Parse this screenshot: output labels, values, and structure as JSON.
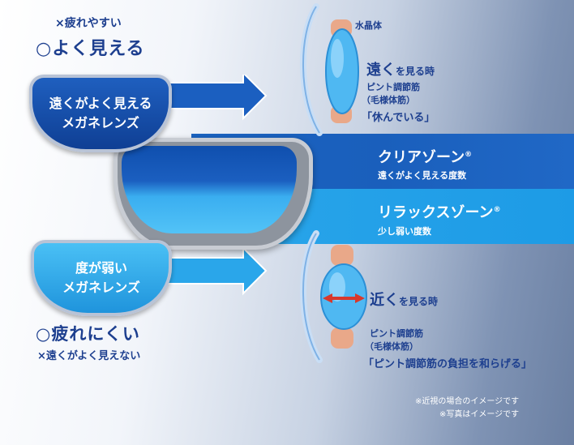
{
  "top_notes": {
    "tired_easily": "×疲れやすい",
    "see_well": "○よく見える"
  },
  "bottom_notes": {
    "less_tired": "○疲れにくい",
    "far_not_clear": "×遠くがよく見えない"
  },
  "lens_far": {
    "line1": "遠くがよく見える",
    "line2": "メガネレンズ"
  },
  "lens_weak": {
    "line1": "度が弱い",
    "line2": "メガネレンズ"
  },
  "zones": {
    "clear": {
      "name": "クリアゾーン",
      "mark": "®",
      "sub": "遠くがよく見える度数"
    },
    "relax": {
      "name": "リラックスゾーン",
      "mark": "®",
      "sub": "少し弱い度数"
    }
  },
  "eye_far": {
    "crystalline_lens": "水晶体",
    "title_big": "遠く",
    "title_rest": "を見る時",
    "muscle": "ピント調節筋",
    "muscle_sub": "（毛様体筋）",
    "state": "「休んでいる」"
  },
  "eye_near": {
    "title_big": "近く",
    "title_rest": "を見る時",
    "muscle": "ピント調節筋",
    "muscle_sub": "（毛様体筋）",
    "state": "「ピント調節筋の負担を和らげる」"
  },
  "footnotes": {
    "line1": "※近視の場合のイメージです",
    "line2": "※写真はイメージです"
  },
  "colors": {
    "navy_text": "#1d3f8f",
    "clear_zone": "#1b63c0",
    "relax_zone": "#2aa6ea"
  }
}
